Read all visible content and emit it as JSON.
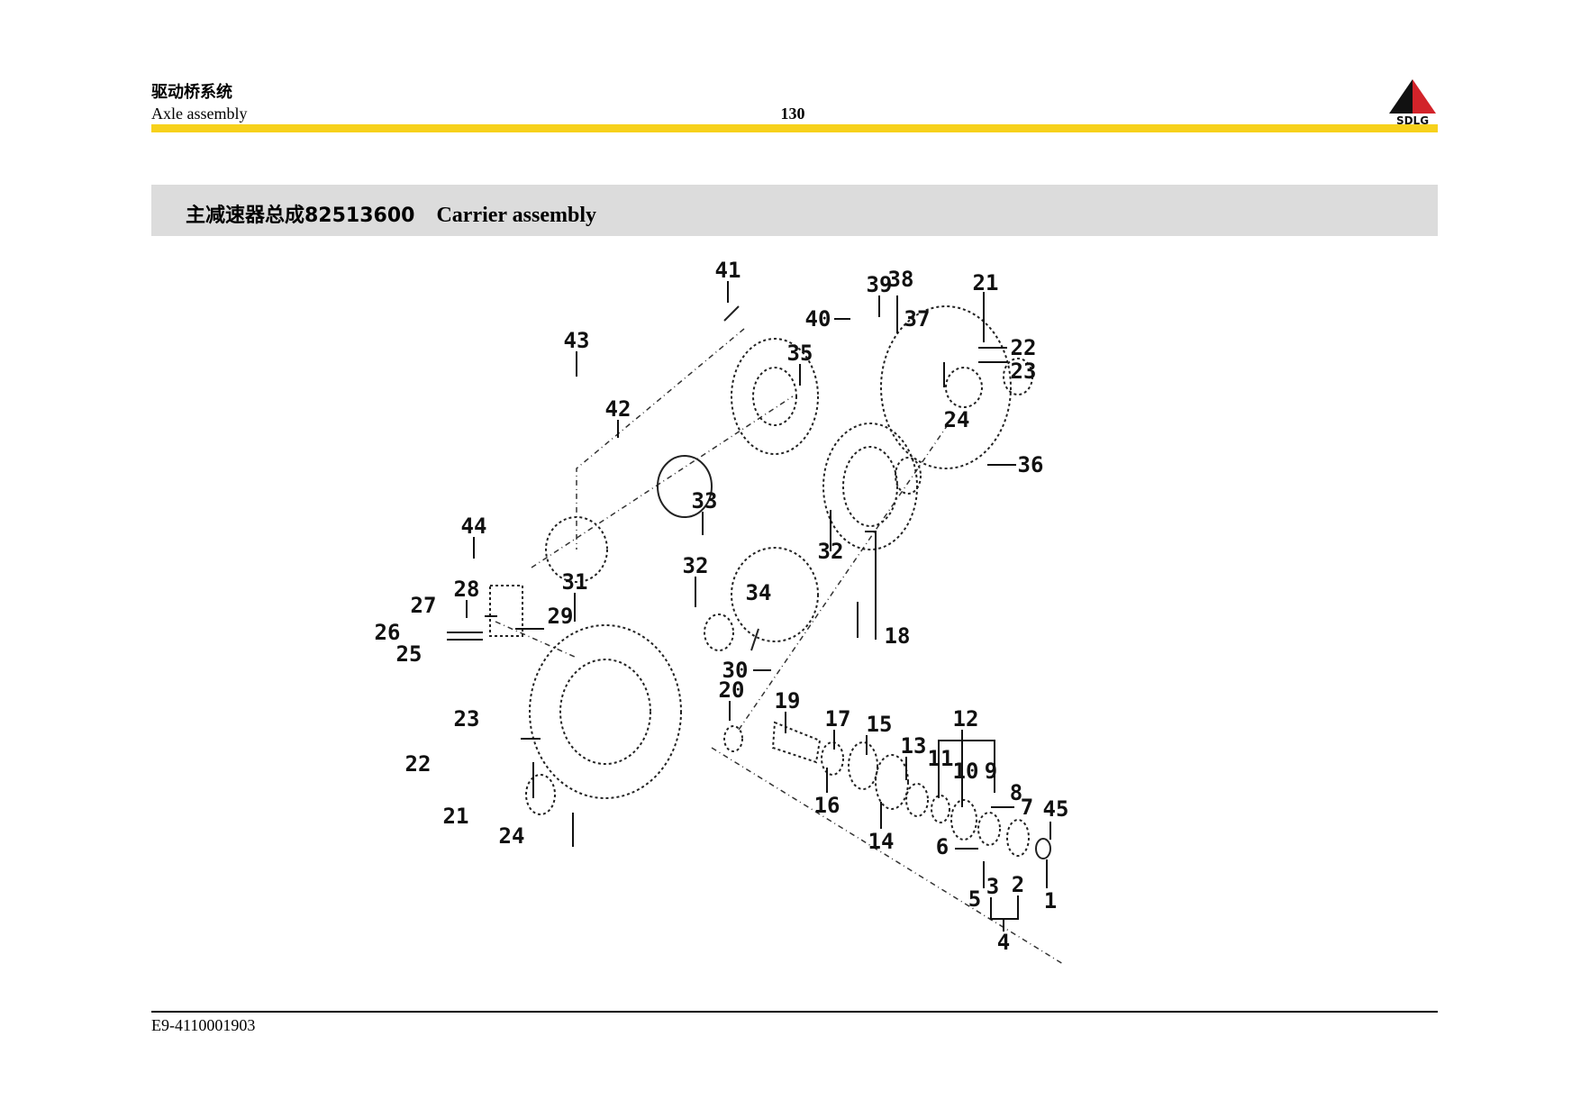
{
  "header": {
    "section_cn": "驱动桥系统",
    "section_en": "Axle assembly",
    "page_number": "130",
    "logo_text": "SDLG"
  },
  "title": {
    "text": "主减速器总成82513600",
    "text_en": "Carrier assembly"
  },
  "diagram": {
    "callouts": [
      "41",
      "39",
      "38",
      "21",
      "40",
      "37",
      "22",
      "23",
      "43",
      "35",
      "24",
      "42",
      "36",
      "33",
      "44",
      "32",
      "32",
      "28",
      "31",
      "34",
      "27",
      "29",
      "26",
      "25",
      "18",
      "30",
      "20",
      "19",
      "23",
      "17",
      "15",
      "12",
      "13",
      "11",
      "10",
      "9",
      "22",
      "8",
      "7",
      "45",
      "16",
      "21",
      "14",
      "6",
      "24",
      "5",
      "3",
      "2",
      "1",
      "4"
    ]
  },
  "footer": {
    "doc_code": "E9-4110001903"
  },
  "colors": {
    "accent_rule": "#f7d11b",
    "title_bar": "#dcdcdc",
    "logo_red": "#d2232a",
    "logo_black": "#111111"
  }
}
